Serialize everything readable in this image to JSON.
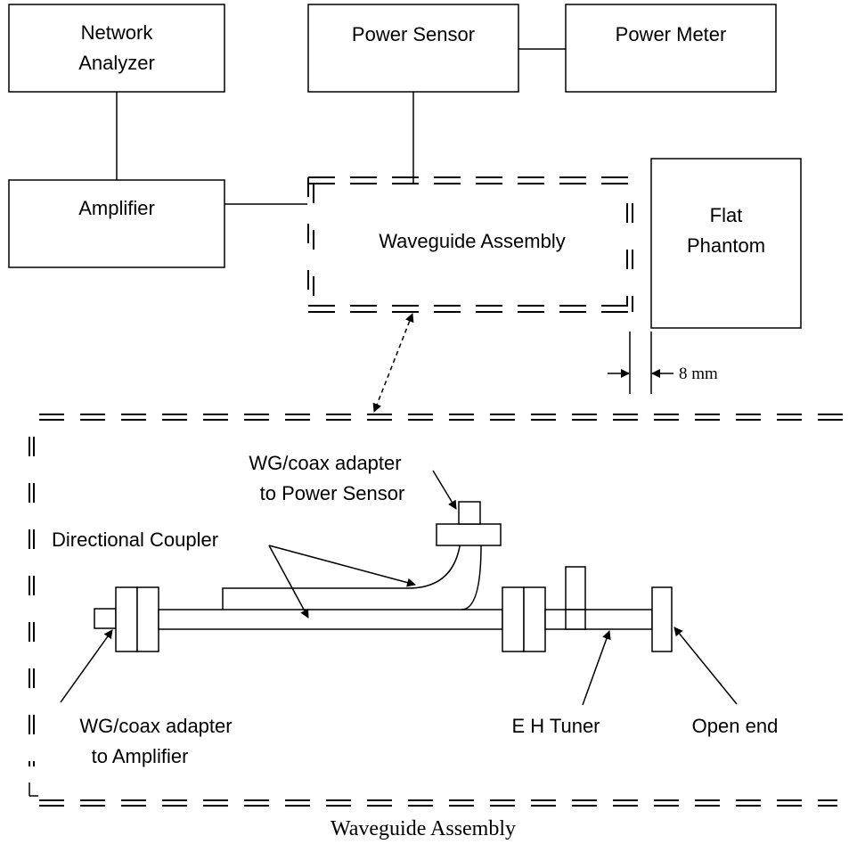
{
  "blocks": {
    "network_analyzer": [
      "Network",
      "Analyzer"
    ],
    "power_sensor": "Power Sensor",
    "power_meter": "Power Meter",
    "amplifier": "Amplifier",
    "waveguide_assembly": "Waveguide Assembly",
    "flat_phantom": [
      "Flat",
      "Phantom"
    ]
  },
  "spacing_label": "8 mm",
  "detail": {
    "adapter_power_sensor": [
      "WG/coax adapter",
      "to Power Sensor"
    ],
    "directional_coupler": "Directional Coupler",
    "adapter_amplifier": [
      "WG/coax adapter",
      "to Amplifier"
    ],
    "eh_tuner": "E H Tuner",
    "open_end": "Open end"
  },
  "caption": "Waveguide Assembly"
}
